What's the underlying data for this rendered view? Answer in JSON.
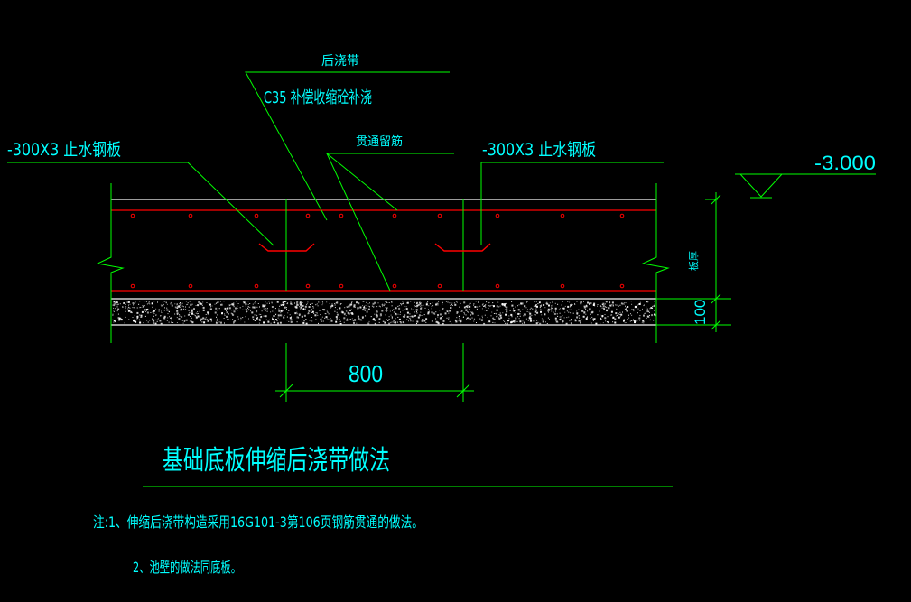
{
  "colors": {
    "background": "#000000",
    "leader": "#00ff00",
    "text": "#00ffff",
    "rebar": "#ff0000",
    "slab_top": "#cfcfcf",
    "speckle": "#ffffff"
  },
  "labels": {
    "post_pour_band": "后浇带",
    "c35_note": "C35 补偿收缩砼补浇",
    "through_rebar": "贯通留筋",
    "waterstop_left": "-300X3 止水钢板",
    "waterstop_right": "-300X3 止水钢板",
    "elevation": "-3.000",
    "slab_thickness": "板厚",
    "cushion_thickness": "100",
    "band_width": "800"
  },
  "title": "基础底板伸缩后浇带做法",
  "notes": [
    "注:1、伸缩后浇带构造采用16G101-3第106页钢筋贯通的做法。",
    "2、池壁的做法同底板。"
  ]
}
